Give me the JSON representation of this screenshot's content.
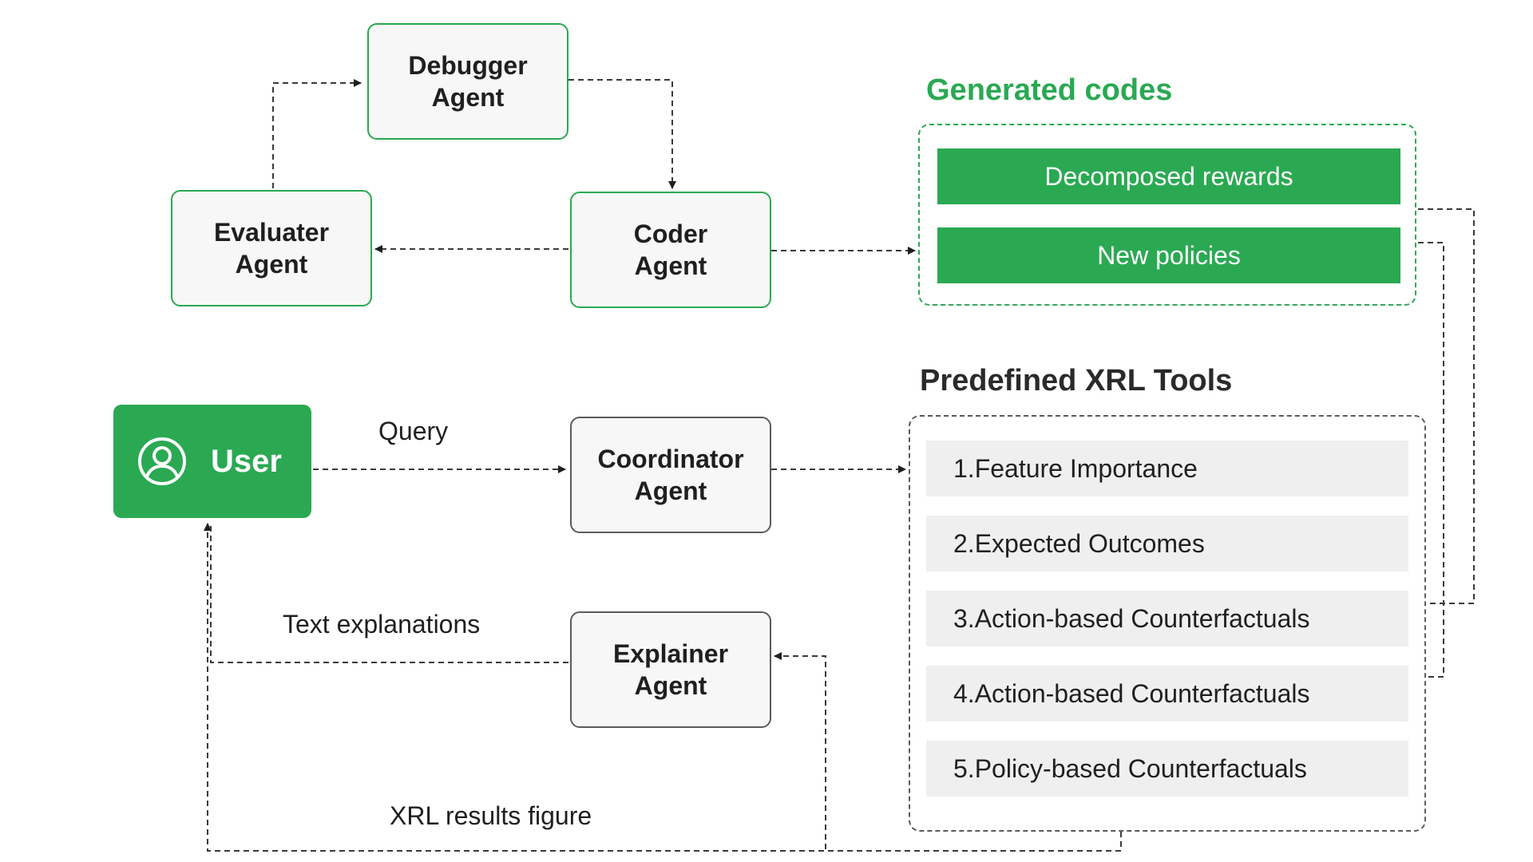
{
  "agents": {
    "debugger": [
      "Debugger",
      "Agent"
    ],
    "evaluater": [
      "Evaluater",
      "Agent"
    ],
    "coder": [
      "Coder",
      "Agent"
    ],
    "coordinator": [
      "Coordinator",
      "Agent"
    ],
    "explainer": [
      "Explainer",
      "Agent"
    ]
  },
  "user": {
    "label": "User",
    "icon": "user-avatar-icon"
  },
  "generated_codes": {
    "title": "Generated codes",
    "items": [
      "Decomposed rewards",
      "New policies"
    ]
  },
  "predefined_tools": {
    "title": "Predefined XRL Tools",
    "items": [
      "1.Feature Importance",
      "2.Expected Outcomes",
      "3.Action-based Counterfactuals",
      "4.Action-based Counterfactuals",
      "5.Policy-based Counterfactuals"
    ]
  },
  "edge_labels": {
    "query": "Query",
    "text_explanations": "Text explanations",
    "xrl_results_figure": "XRL results figure"
  },
  "colors": {
    "accent_green": "#2aa952",
    "border_gray": "#5b5b5b",
    "tool_row_bg": "#efefef"
  }
}
